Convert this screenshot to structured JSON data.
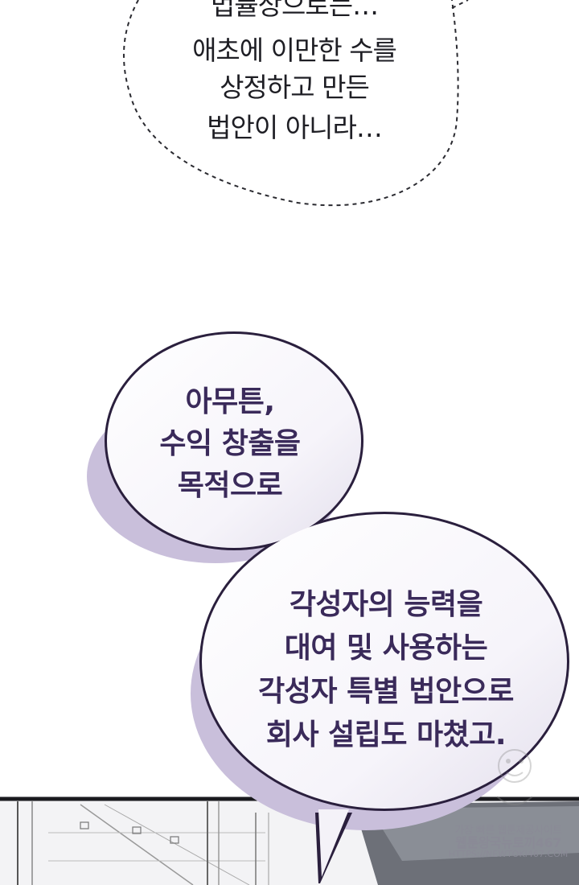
{
  "thought_bubble": {
    "lines": [
      "법률상으로는…",
      "애초에 이만한 수를",
      "상정하고 만든",
      "법안이 아니라…"
    ]
  },
  "bubble_top": {
    "lines": [
      "아무튼,",
      "수익 창출을",
      "목적으로"
    ]
  },
  "bubble_bottom": {
    "lines": [
      "각성자의 능력을",
      "대여 및 사용하는",
      "각성자 특별 법안으로",
      "회사 설립도 마쳤고."
    ]
  },
  "watermark": {
    "line1": "가장 빠른 웹툰제공사이트",
    "line2": "웹툰왕국뉴토끼467",
    "line3": "HTTPS://NEWTOKI467.COM"
  },
  "colors": {
    "bubble_outline": "#2a1f3d",
    "bubble_shadow": "#c9bfdb",
    "speech_text": "#3a2a5a",
    "thought_text": "#1e1e24"
  }
}
